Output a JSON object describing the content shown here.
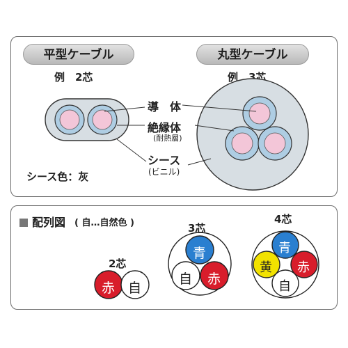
{
  "flat_cable": {
    "title": "平型ケーブル",
    "example": "例　2芯"
  },
  "round_cable": {
    "title": "丸型ケーブル",
    "example": "例　3芯"
  },
  "labels": {
    "conductor": "導　体",
    "insulator": "絶縁体",
    "insulator_note": "(耐熱層)",
    "sheath": "シース",
    "sheath_note": "(ビニル)",
    "sheath_color": "シース色：灰"
  },
  "arrangement": {
    "heading": "配列図",
    "heading_note": "( 自…自然色 )",
    "two_core": {
      "label": "2芯",
      "cores": [
        "赤",
        "自"
      ]
    },
    "three_core": {
      "label": "3芯",
      "cores": [
        "青",
        "自",
        "赤"
      ]
    },
    "four_core": {
      "label": "4芯",
      "cores": [
        "青",
        "黄",
        "赤",
        "自"
      ]
    }
  },
  "colors": {
    "sheath": "#d7dee3",
    "insulator": "#aecde3",
    "conductor": "#f3c6d8",
    "blue": "#2a7fd0",
    "red": "#d81d2b",
    "yellow": "#f2e200",
    "white": "#ffffff"
  }
}
